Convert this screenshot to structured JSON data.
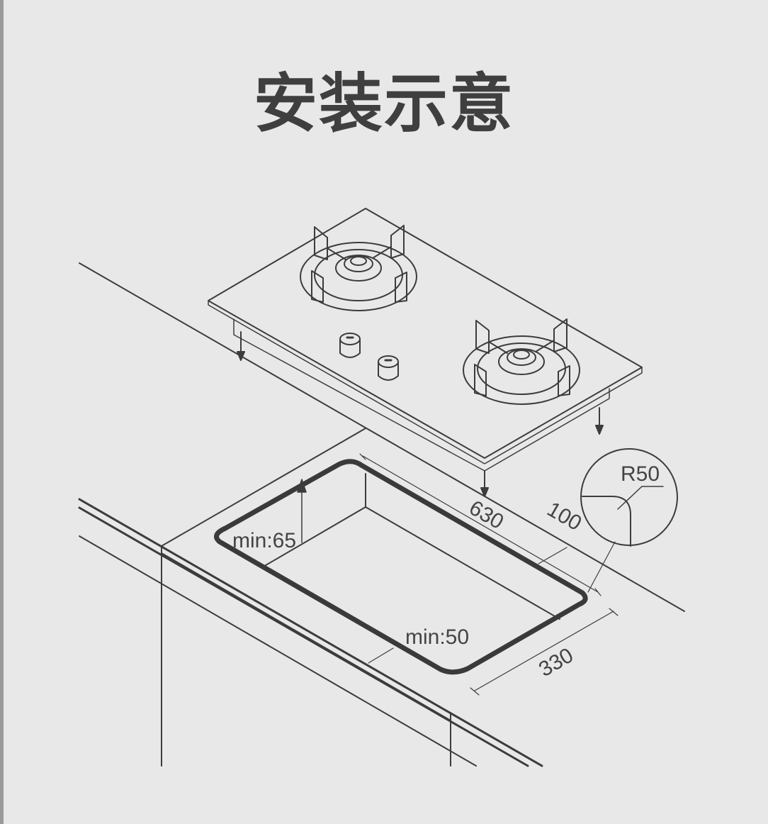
{
  "title": "安装示意",
  "labels": {
    "min_depth": "min:65",
    "min_margin": "min:50",
    "width": "630",
    "depth": "330",
    "back_margin": "100",
    "radius": "R50"
  },
  "colors": {
    "background": "#e8e8e8",
    "line": "#3c3c3c",
    "title": "#3f3f3f"
  }
}
